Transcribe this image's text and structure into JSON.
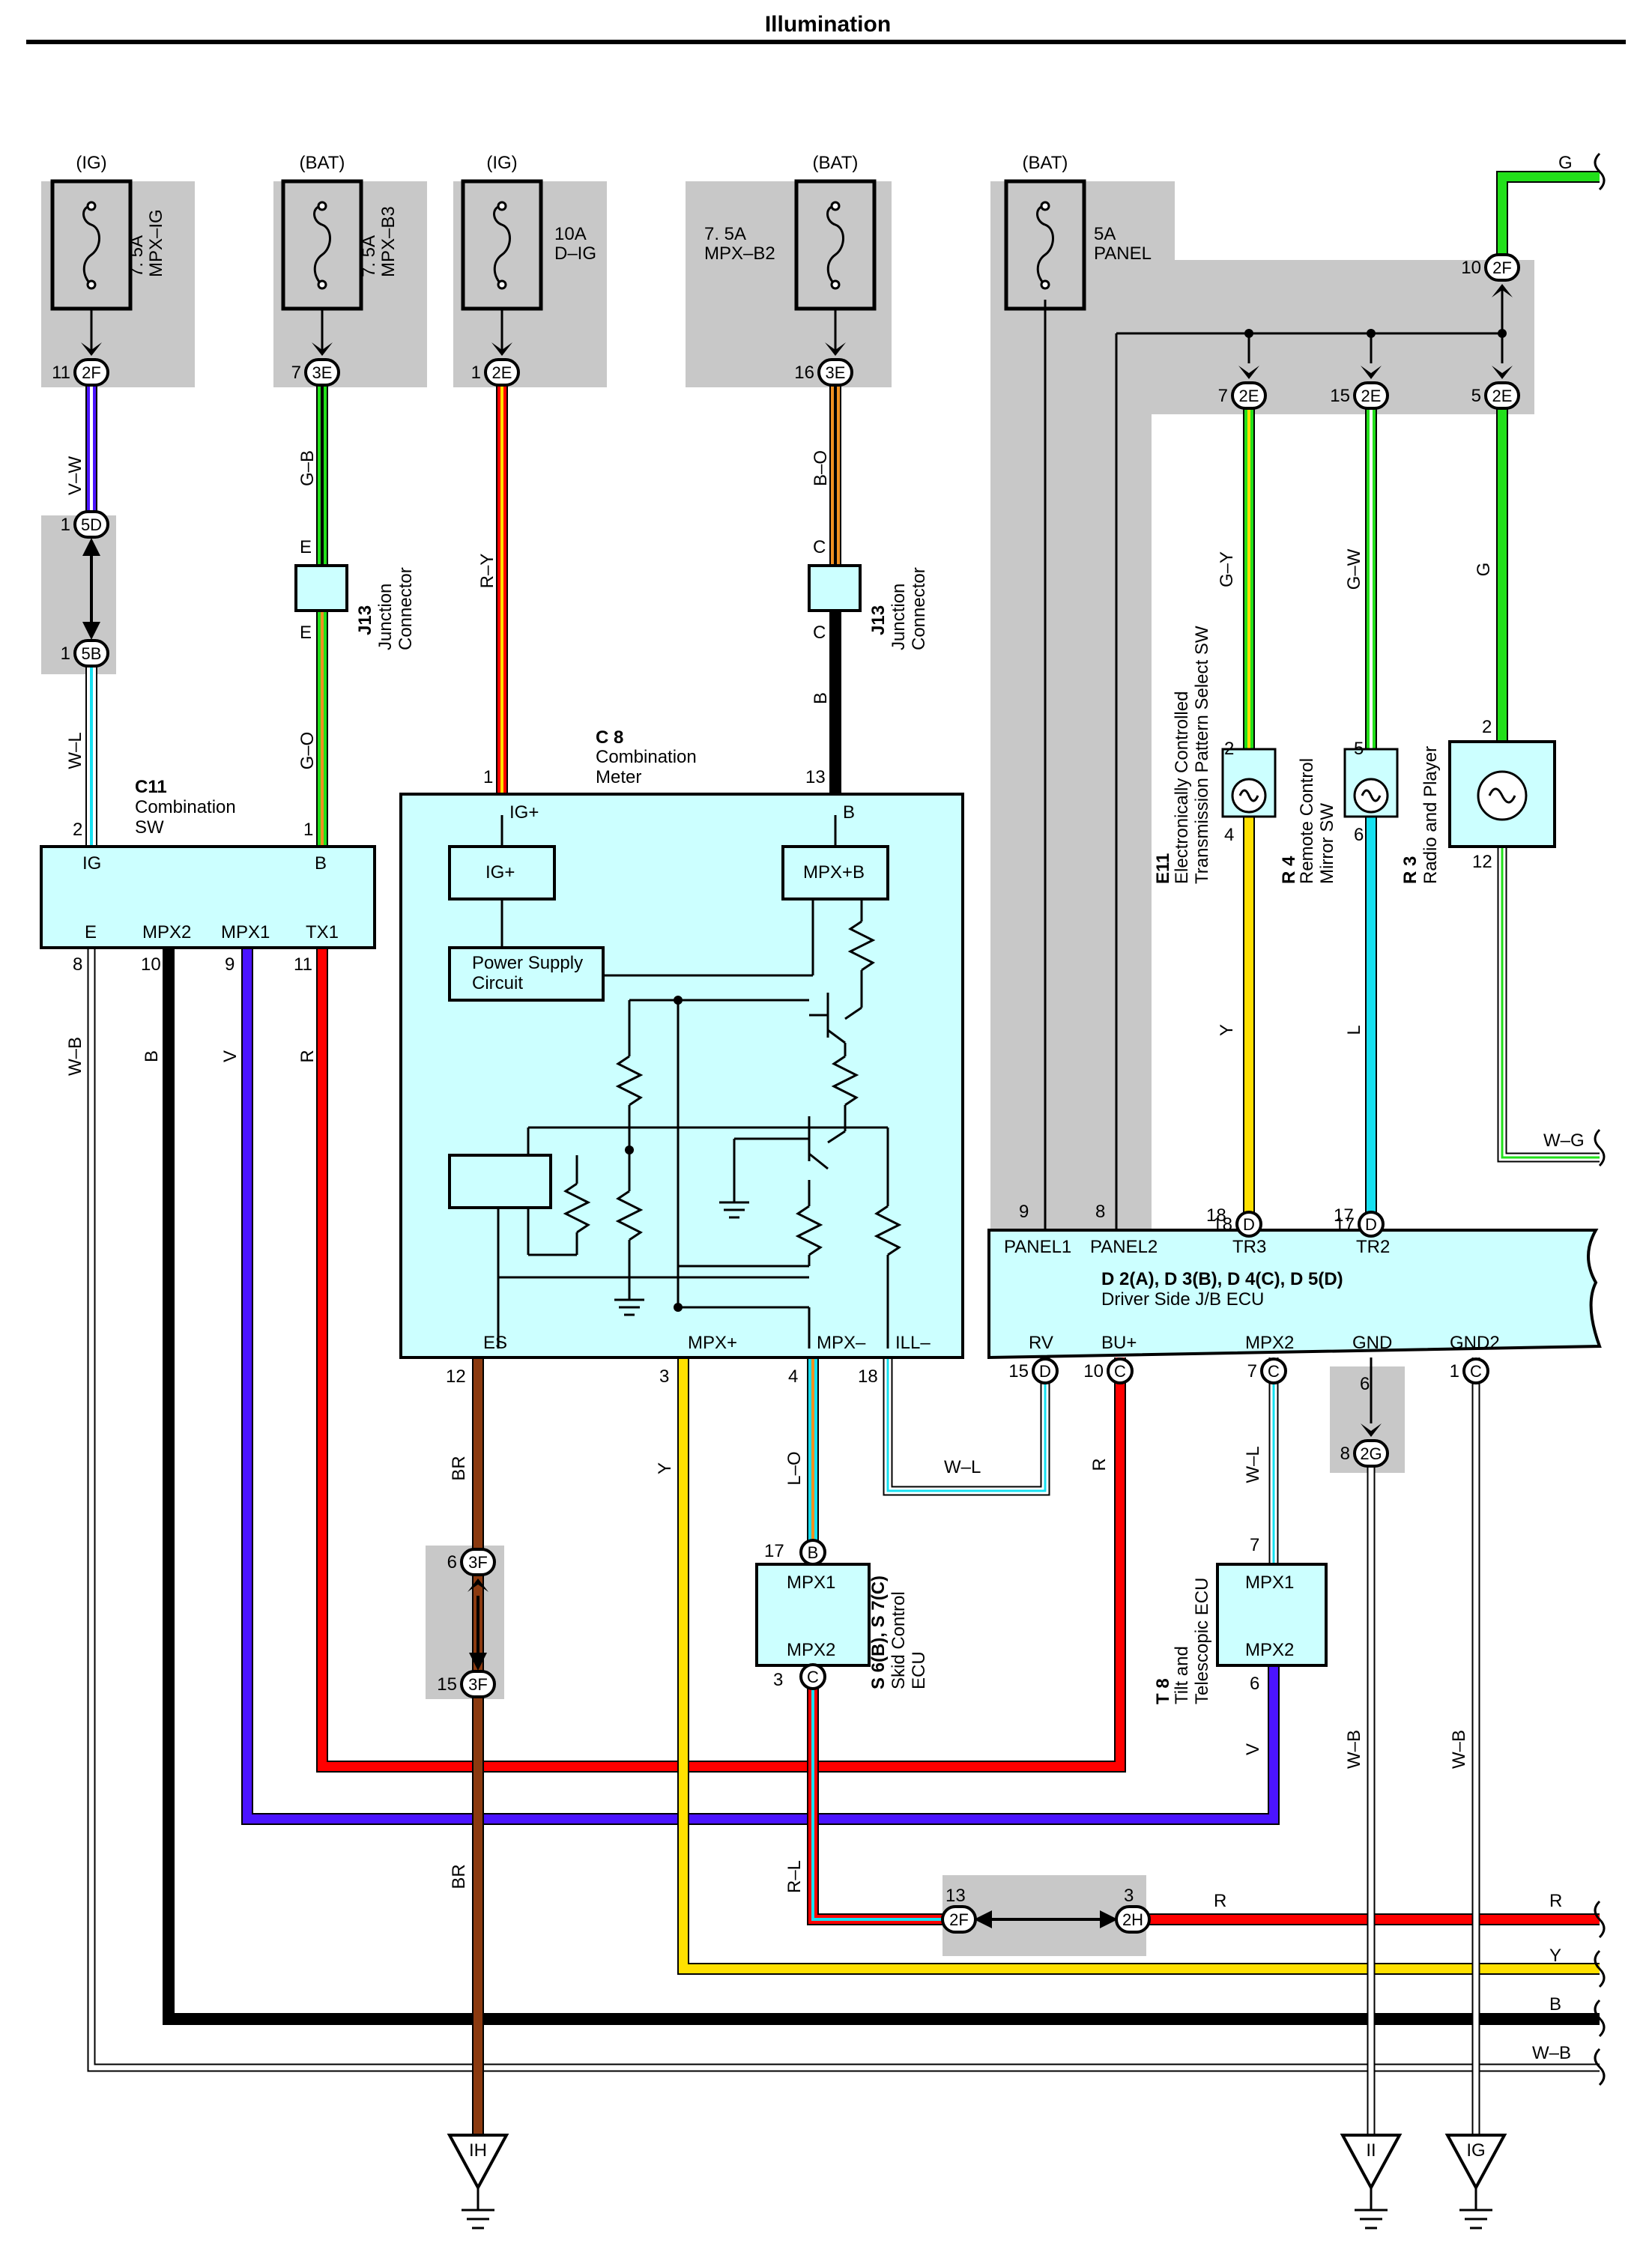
{
  "title": "Illumination",
  "colors": {
    "bg_panel": "#c8c8c8",
    "box_fill": "#ccffff",
    "green": "#22e01a",
    "red": "#ff0000",
    "yellow": "#ffe000",
    "black": "#000000",
    "violet": "#4b14ff",
    "cyan": "#16e0f0",
    "orange": "#f09020",
    "brown": "#8b3a10",
    "white": "#ffffff"
  },
  "fuses": [
    {
      "source": "(IG)",
      "amp": "7. 5A",
      "name": "MPX–IG",
      "pin": "11",
      "conn": "2F"
    },
    {
      "source": "(BAT)",
      "amp": "7. 5A",
      "name": "MPX–B3",
      "pin": "7",
      "conn": "3E"
    },
    {
      "source": "(IG)",
      "amp": "10A",
      "name": "D–IG",
      "pin": "1",
      "conn": "2E"
    },
    {
      "source": "(BAT)",
      "amp": "7. 5A",
      "name": "MPX–B2",
      "pin": "16",
      "conn": "3E"
    },
    {
      "source": "(BAT)",
      "amp": "5A",
      "name": "PANEL"
    }
  ],
  "connectors": {
    "c5D": {
      "pin": "1",
      "conn": "5D"
    },
    "c5B": {
      "pin": "1",
      "conn": "5B"
    },
    "c2F_top": {
      "pin": "10",
      "conn": "2F"
    },
    "c2E_a": {
      "pin": "7",
      "conn": "2E"
    },
    "c2E_b": {
      "pin": "15",
      "conn": "2E"
    },
    "c2E_c": {
      "pin": "5",
      "conn": "2E"
    },
    "c3F_a": {
      "pin": "6",
      "conn": "3F"
    },
    "c3F_b": {
      "pin": "15",
      "conn": "3F"
    },
    "c2F_low": {
      "pin": "13",
      "conn": "2F"
    },
    "c2H": {
      "pin": "3",
      "conn": "2H"
    },
    "c2G": {
      "pin": "8",
      "conn": "2G"
    },
    "g6": "6"
  },
  "wires": {
    "vw": "V–W",
    "gb": "G–B",
    "ry": "R–Y",
    "bo": "B–O",
    "wl": "W–L",
    "go": "G–O",
    "b": "B",
    "gy": "G–Y",
    "gw": "G–W",
    "g": "G",
    "y": "Y",
    "l": "L",
    "wg": "W–G",
    "wb": "W–B",
    "v": "V",
    "r": "R",
    "br": "BR",
    "lo": "L–O",
    "rl": "R–L"
  },
  "junctions": {
    "j1": {
      "top": "E",
      "bottom": "E",
      "id": "J13",
      "name1": "Junction",
      "name2": "Connector"
    },
    "j2": {
      "top": "C",
      "bottom": "C",
      "id": "J13",
      "name1": "Junction",
      "name2": "Connector"
    }
  },
  "c11": {
    "id": "C11",
    "name1": "Combination",
    "name2": "SW",
    "pins_top": [
      {
        "n": "2",
        "label": "IG"
      },
      {
        "n": "1",
        "label": "B"
      }
    ],
    "pins_bottom": [
      {
        "n": "8",
        "label": "E"
      },
      {
        "n": "10",
        "label": "MPX2"
      },
      {
        "n": "9",
        "label": "MPX1"
      },
      {
        "n": "11",
        "label": "TX1"
      }
    ]
  },
  "c8": {
    "id": "C 8",
    "name1": "Combination",
    "name2": "Meter",
    "pin_ig": "1",
    "pin_b": "13",
    "ig_label": "IG+",
    "b_label": "B",
    "box_ig": "IG+",
    "box_mpxb": "MPX+B",
    "psu1": "Power Supply",
    "psu2": "Circuit",
    "pins_bottom": [
      {
        "n": "12",
        "label": "ES"
      },
      {
        "n": "3",
        "label": "MPX+"
      },
      {
        "n": "4",
        "label": "MPX–"
      },
      {
        "n": "18",
        "label": "ILL–"
      }
    ]
  },
  "e11": {
    "pin_top": "2",
    "pin_bottom": "4",
    "id": "E11",
    "name1": "Electronically Controlled",
    "name2": "Transmission Pattern Select SW"
  },
  "r4": {
    "pin_top": "5",
    "pin_bottom": "6",
    "id": "R 4",
    "name1": "Remote Control",
    "name2": "Mirror SW"
  },
  "r3": {
    "pin_top": "2",
    "pin_bottom": "12",
    "id": "R 3",
    "name1": "Radio and Player"
  },
  "ecu": {
    "id": "D 2(A), D 3(B), D 4(C), D 5(D)",
    "name": "Driver Side J/B ECU",
    "pins_top": [
      {
        "n": "9",
        "label": "PANEL1"
      },
      {
        "n": "8",
        "label": "PANEL2"
      },
      {
        "n": "18",
        "c": "D",
        "label": "TR3"
      },
      {
        "n": "17",
        "c": "D",
        "label": "TR2"
      }
    ],
    "pins_bottom": [
      {
        "n": "15",
        "c": "D",
        "label": "RV"
      },
      {
        "n": "10",
        "c": "C",
        "label": "BU+"
      },
      {
        "n": "7",
        "c": "C",
        "label": "MPX2"
      },
      {
        "n": "6",
        "label": "GND"
      },
      {
        "n": "1",
        "c": "C",
        "label": "GND2"
      }
    ]
  },
  "skid": {
    "pin_top": "17",
    "c_top": "B",
    "pin_bottom": "3",
    "c_bottom": "C",
    "l1": "MPX1",
    "l2": "MPX2",
    "id": "S 6(B), S 7(C)",
    "name1": "Skid Control",
    "name2": "ECU"
  },
  "tilt": {
    "pin_top": "7",
    "pin_bottom": "6",
    "l1": "MPX1",
    "l2": "MPX2",
    "id": "T 8",
    "name1": "Tilt and",
    "name2": "Telescopic ECU"
  },
  "grounds": [
    "IH",
    "II",
    "IG"
  ]
}
